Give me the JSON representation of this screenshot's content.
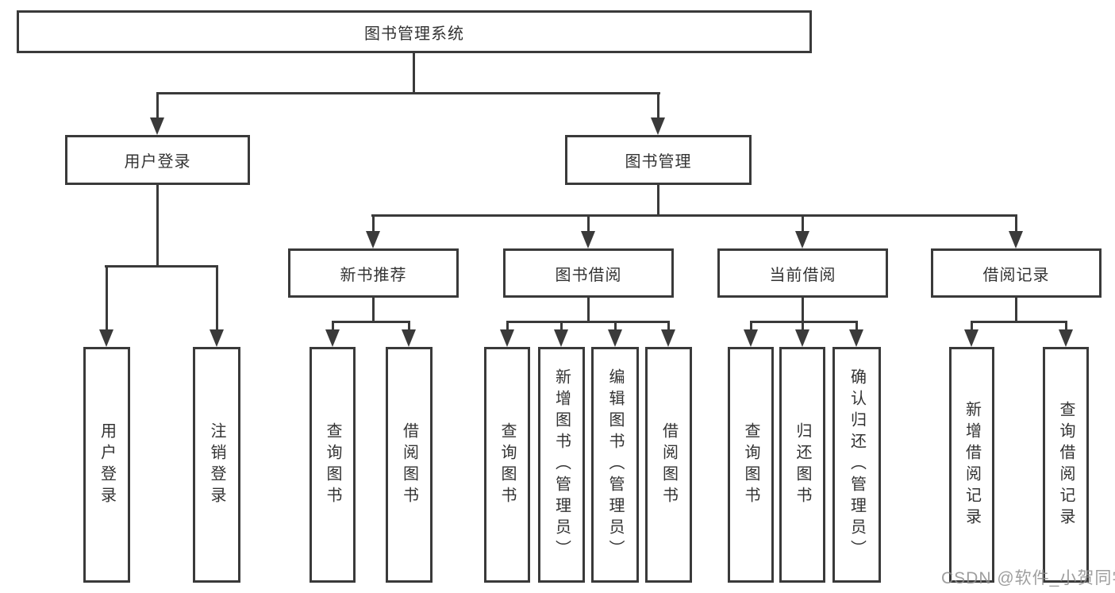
{
  "tree": {
    "label": "图书管理系统",
    "children": [
      {
        "label": "用户登录",
        "children": [
          {
            "label": "用户登录"
          },
          {
            "label": "注销登录"
          }
        ]
      },
      {
        "label": "图书管理",
        "children": [
          {
            "label": "新书推荐",
            "children": [
              {
                "label": "查询图书"
              },
              {
                "label": "借阅图书"
              }
            ]
          },
          {
            "label": "图书借阅",
            "children": [
              {
                "label": "查询图书"
              },
              {
                "label": "新增图书（管理员）"
              },
              {
                "label": "编辑图书（管理员）"
              },
              {
                "label": "借阅图书"
              }
            ]
          },
          {
            "label": "当前借阅",
            "children": [
              {
                "label": "查询图书"
              },
              {
                "label": "归还图书"
              },
              {
                "label": "确认归还（管理员）"
              }
            ]
          },
          {
            "label": "借阅记录",
            "children": [
              {
                "label": "新增借阅记录"
              },
              {
                "label": "查询借阅记录"
              }
            ]
          }
        ]
      }
    ]
  },
  "watermark": {
    "text": "CSDN @软件_小贺同学"
  },
  "colors": {
    "line": "#3a3a3a",
    "box_fill": "#ffffff",
    "text": "#333333",
    "watermark": "#8e8e8e",
    "background": "#ffffff"
  }
}
